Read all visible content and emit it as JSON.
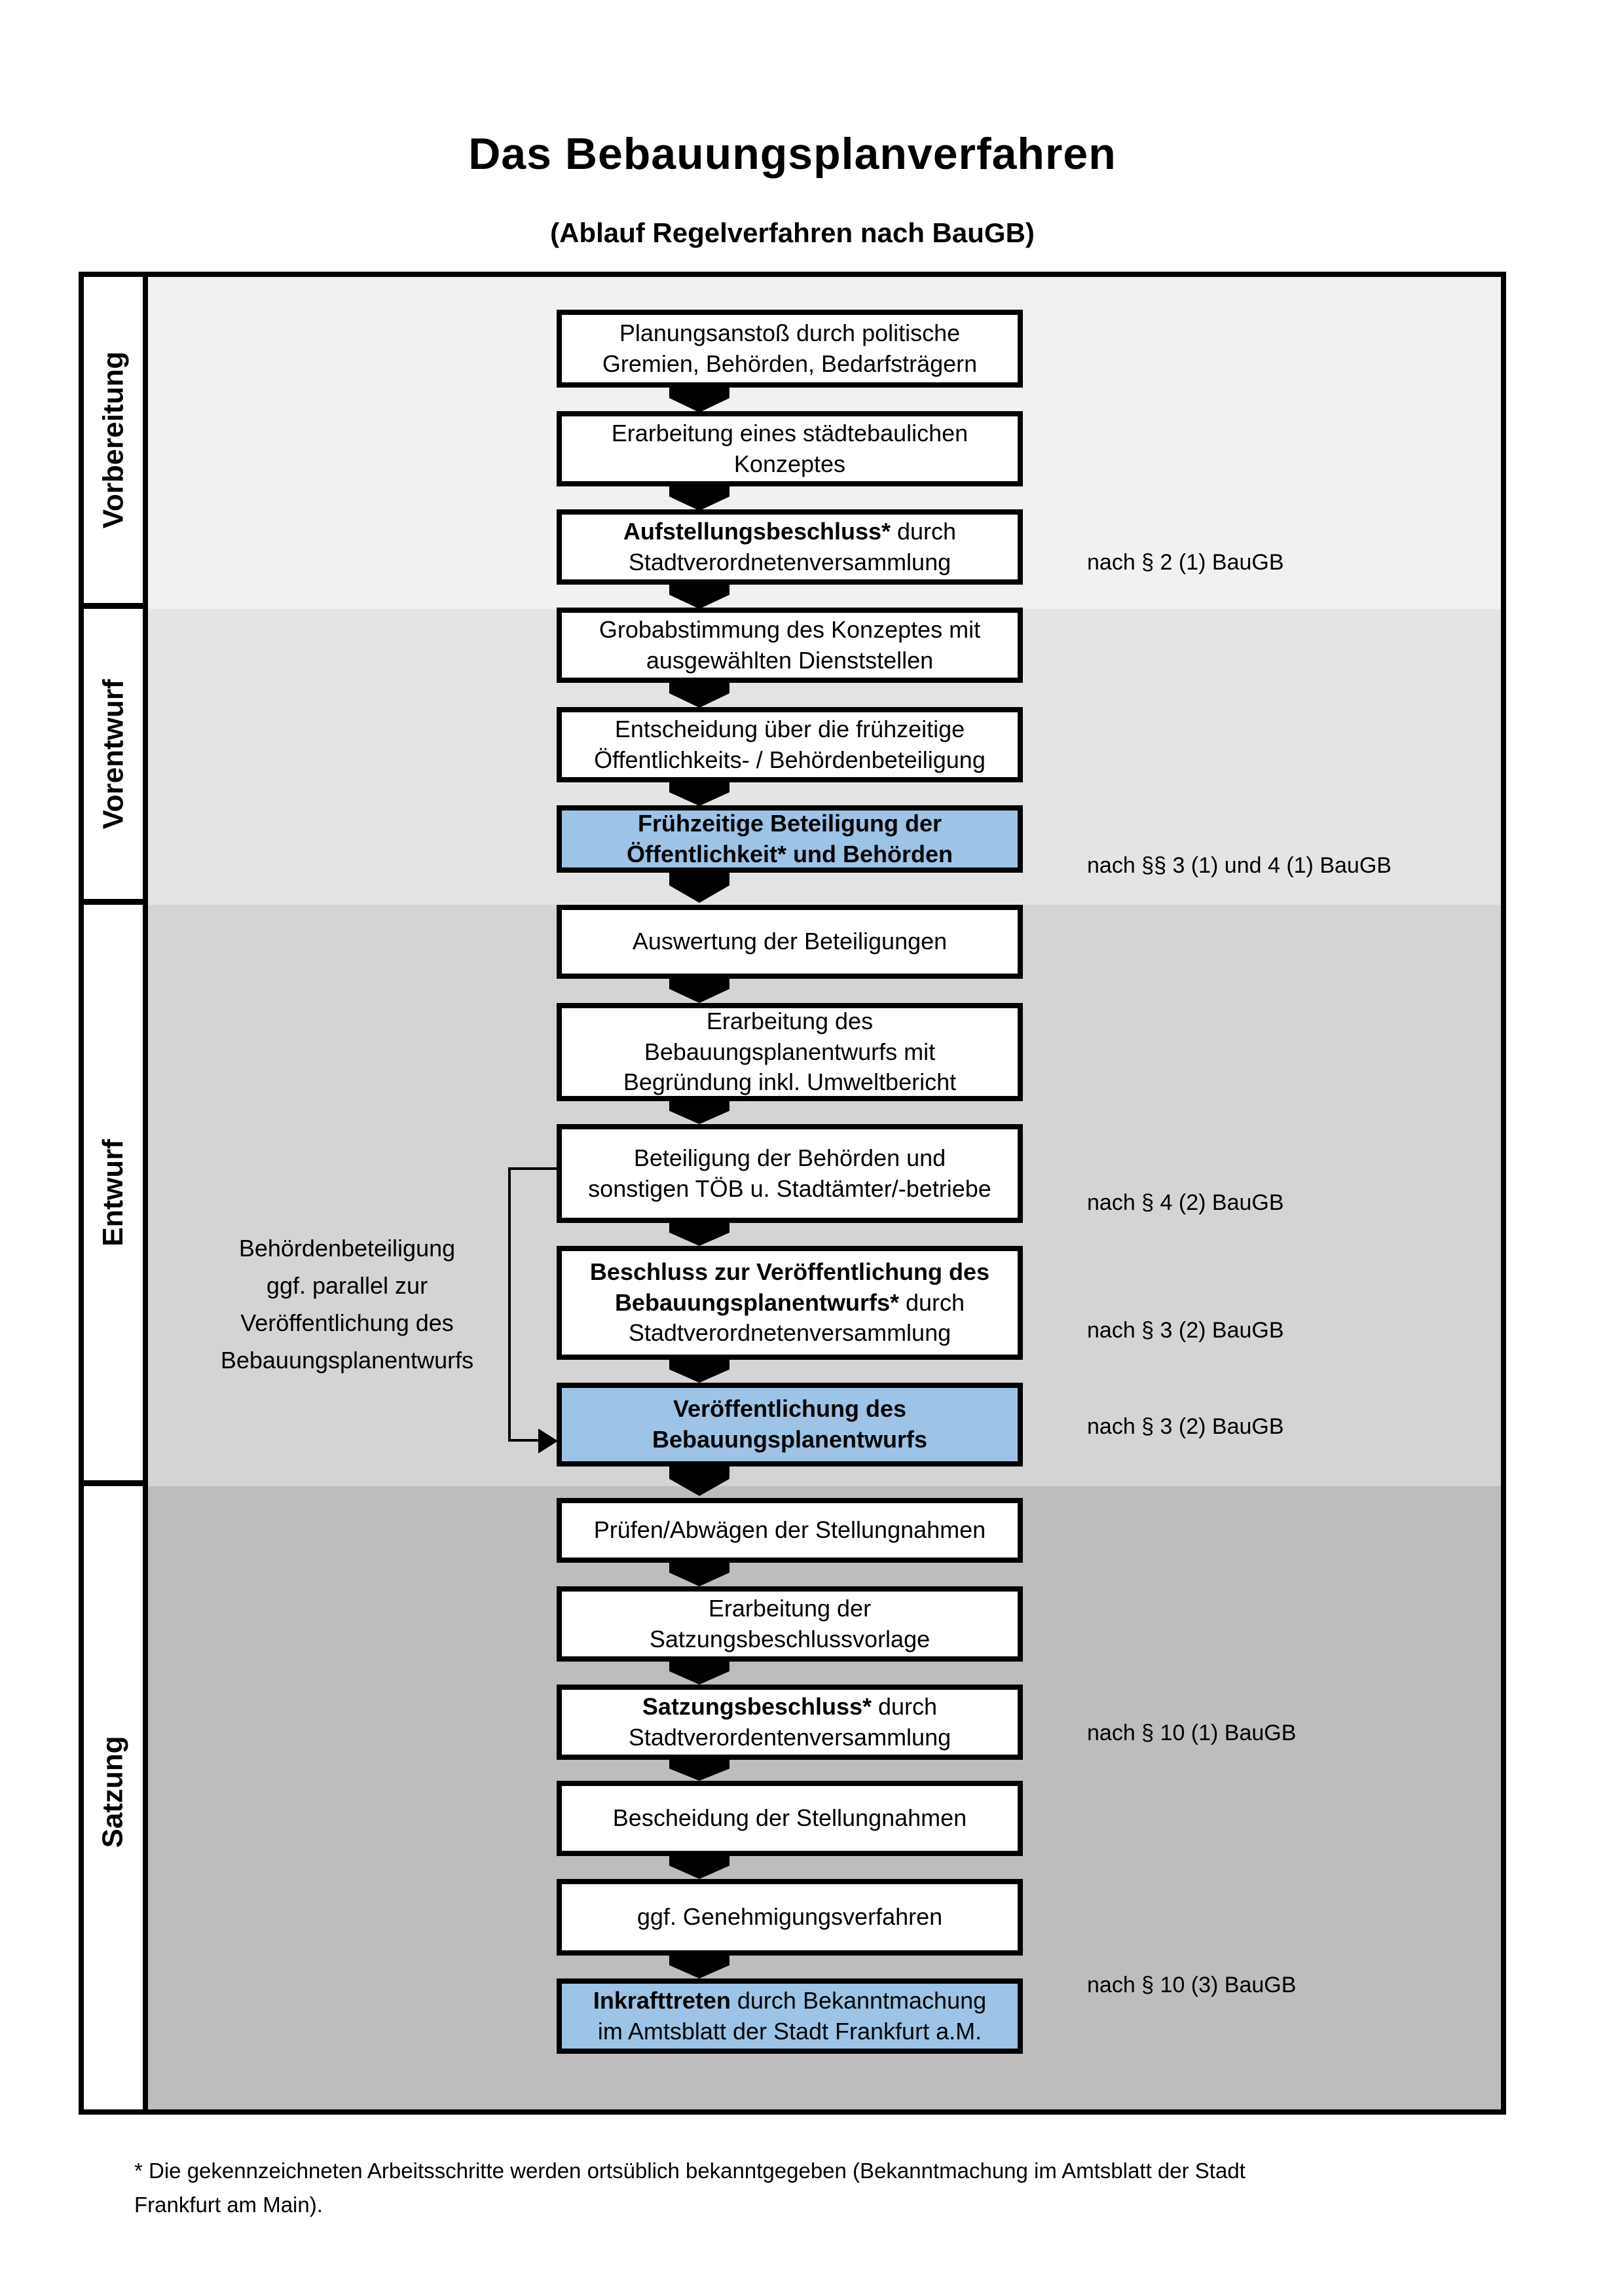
{
  "header": {
    "title": "Das Bebauungsplanverfahren",
    "subtitle": "(Ablauf Regelverfahren nach BauGB)"
  },
  "phases": [
    {
      "label": "Vorbereitung"
    },
    {
      "label": "Vorentwurf"
    },
    {
      "label": "Entwurf"
    },
    {
      "label": "Satzung"
    }
  ],
  "steps": [
    {
      "bold": "",
      "text": "Planungsanstoß durch politische\nGremien, Behörden, Bedarfsträgern"
    },
    {
      "bold": "",
      "text": "Erarbeitung eines städtebaulichen\nKonzeptes"
    },
    {
      "bold": "Aufstellungsbeschluss*",
      "text": " durch\nStadtverordnetenversammlung"
    },
    {
      "bold": "",
      "text": "Grobabstimmung des Konzeptes mit\nausgewählten Dienststellen"
    },
    {
      "bold": "",
      "text": "Entscheidung über die frühzeitige\nÖffentlichkeits- / Behördenbeteiligung"
    },
    {
      "bold": "Frühzeitige Beteiligung der\nÖffentlichkeit* und Behörden",
      "text": ""
    },
    {
      "bold": "",
      "text": "Auswertung der Beteiligungen"
    },
    {
      "bold": "",
      "text": "Erarbeitung des\nBebauungsplanentwurfs mit\nBegründung inkl. Umweltbericht"
    },
    {
      "bold": "",
      "text": "Beteiligung der Behörden und\nsonstigen TÖB u. Stadtämter/-betriebe"
    },
    {
      "bold": "Beschluss zur Veröffentlichung des\nBebauungsplanentwurfs*",
      "text": " durch\nStadtverordnetenversammlung"
    },
    {
      "bold": "Veröffentlichung des\nBebauungsplanentwurfs",
      "text": ""
    },
    {
      "bold": "",
      "text": "Prüfen/Abwägen der Stellungnahmen"
    },
    {
      "bold": "",
      "text": "Erarbeitung der\nSatzungsbeschlussvorlage"
    },
    {
      "bold": "Satzungsbeschluss*",
      "text": " durch\nStadtverordentenversammlung"
    },
    {
      "bold": "",
      "text": "Bescheidung der Stellungnahmen"
    },
    {
      "bold": "",
      "text": "ggf. Genehmigungsverfahren"
    },
    {
      "bold": "Inkrafttreten",
      "text": " durch Bekanntmachung\nim Amtsblatt der Stadt Frankfurt a.M."
    }
  ],
  "side_note": {
    "lines": [
      "Behördenbeteiligung",
      "ggf. parallel zur",
      "Veröffentlichung des",
      "Bebauungsplanentwurfs"
    ]
  },
  "legal_refs": [
    "nach § 2 (1) BauGB",
    "nach §§ 3 (1) und 4 (1) BauGB",
    "nach § 4 (2) BauGB",
    "nach § 3 (2) BauGB",
    "nach § 3 (2) BauGB",
    "nach § 10 (1) BauGB",
    "nach § 10 (3) BauGB"
  ],
  "footnote": "* Die gekennzeichneten Arbeitsschritte werden ortsüblich bekanntgegeben (Bekanntmachung im Amtsblatt der Stadt\nFrankfurt am Main).",
  "colors": {
    "highlight_blue": "#9DC3E6",
    "phase_vorbereitung_bg": "#F1F1F1",
    "phase_vorentwurf_bg": "#E4E4E4",
    "phase_entwurf_bg": "#D4D4D4",
    "phase_satzung_bg": "#BDBDBD"
  }
}
